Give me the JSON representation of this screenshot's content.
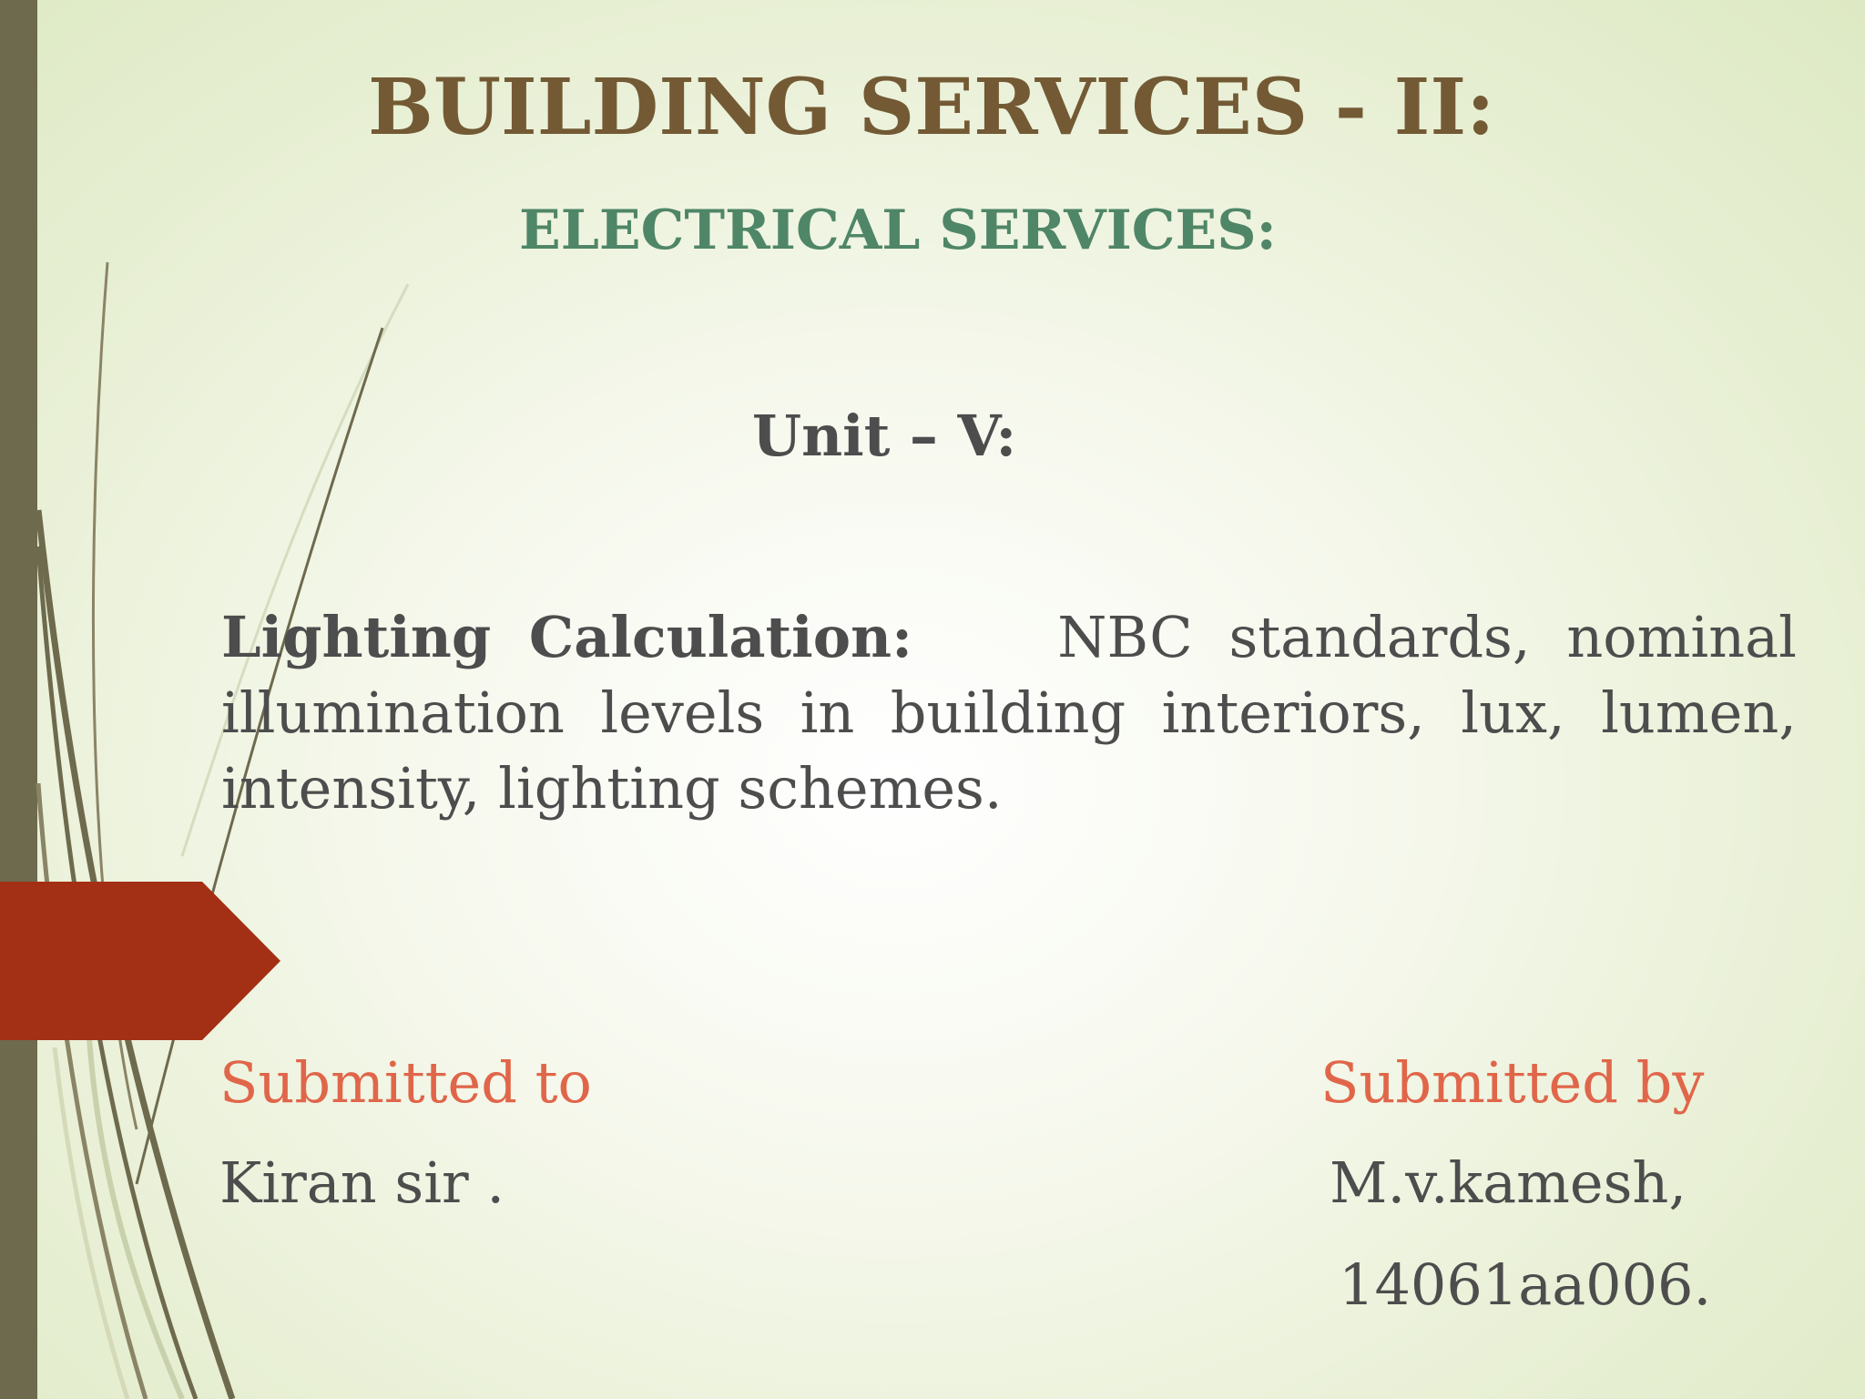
{
  "slide": {
    "title": "BUILDING SERVICES - II:",
    "subtitle": "ELECTRICAL SERVICES:",
    "unit": "Unit – V:",
    "body": {
      "lead": "Lighting Calculation:",
      "text": "NBC standards, nominal illumination levels in building interiors, lux, lumen, intensity, lighting schemes."
    },
    "submitted_to": {
      "heading": "Submitted to",
      "name": "Kiran sir ."
    },
    "submitted_by": {
      "heading": "Submitted by",
      "name": "M.v.kamesh,",
      "id": "14061aa006."
    }
  },
  "colors": {
    "background": "#eef3df",
    "left_bar": "#6e6a4d",
    "title": "#735a35",
    "subtitle": "#4f8667",
    "body_text": "#4d4d4d",
    "accent": "#e0664a",
    "arrow_tab": "#a32f14"
  }
}
